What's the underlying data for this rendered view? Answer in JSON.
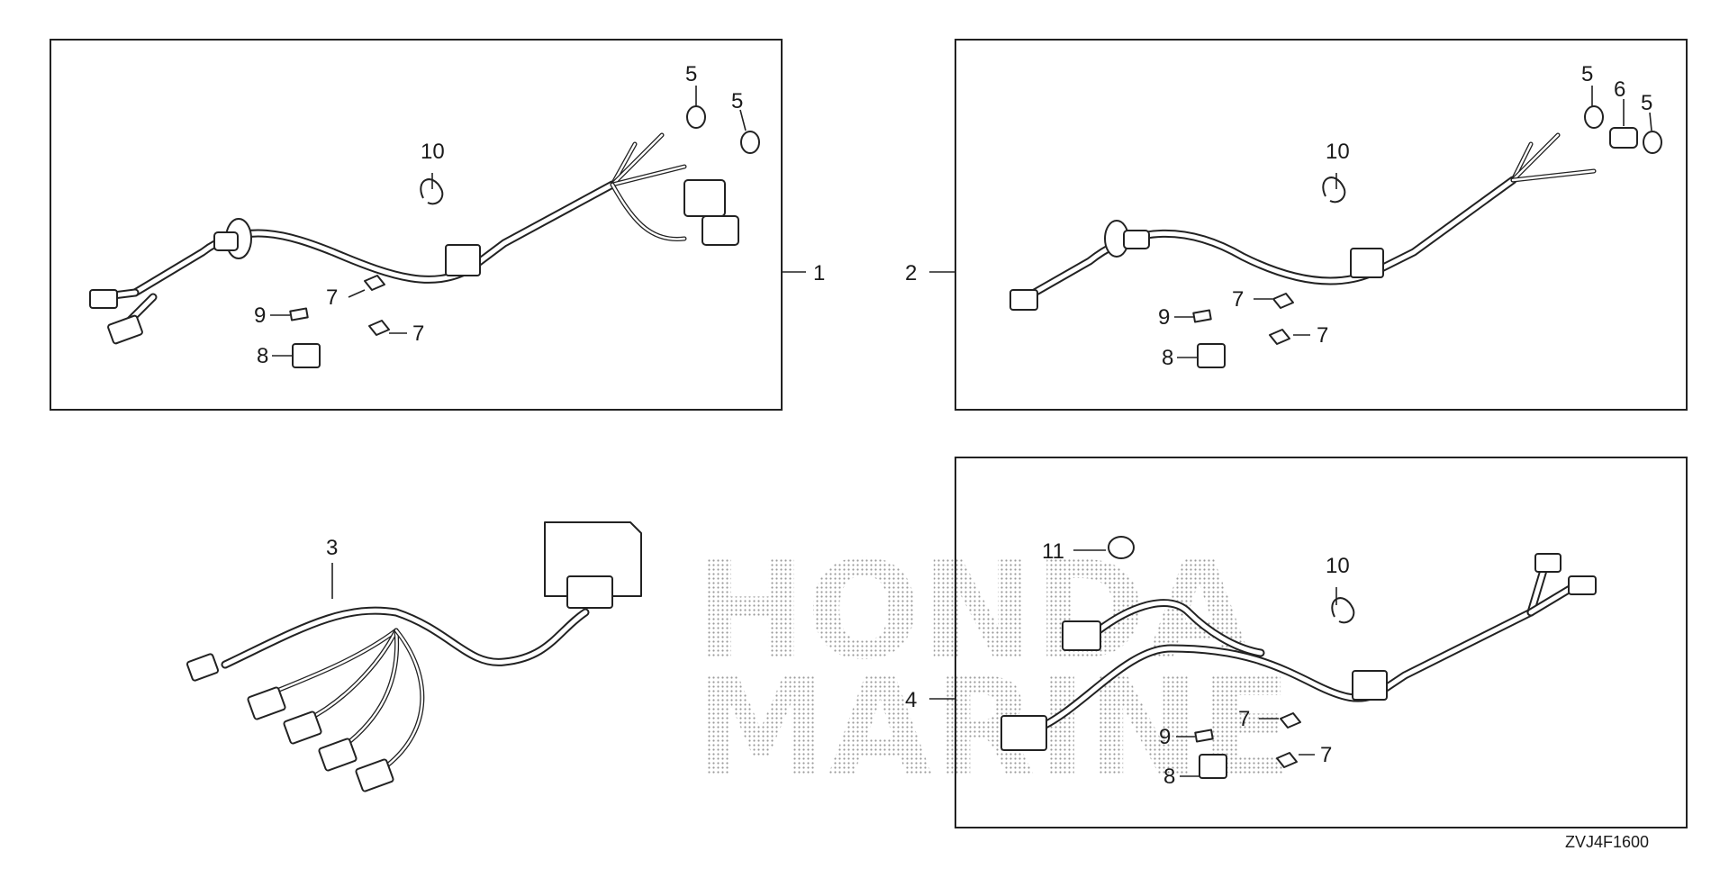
{
  "drawing_code": "ZVJ4F1600",
  "watermark": {
    "line1": "HONDA",
    "line2": "MARINE"
  },
  "callouts": {
    "c1": "1",
    "c2": "2",
    "c3": "3",
    "c4": "4",
    "c5": "5",
    "c6": "6",
    "c7": "7",
    "c8": "8",
    "c9": "9",
    "c10": "10",
    "c11": "11"
  }
}
